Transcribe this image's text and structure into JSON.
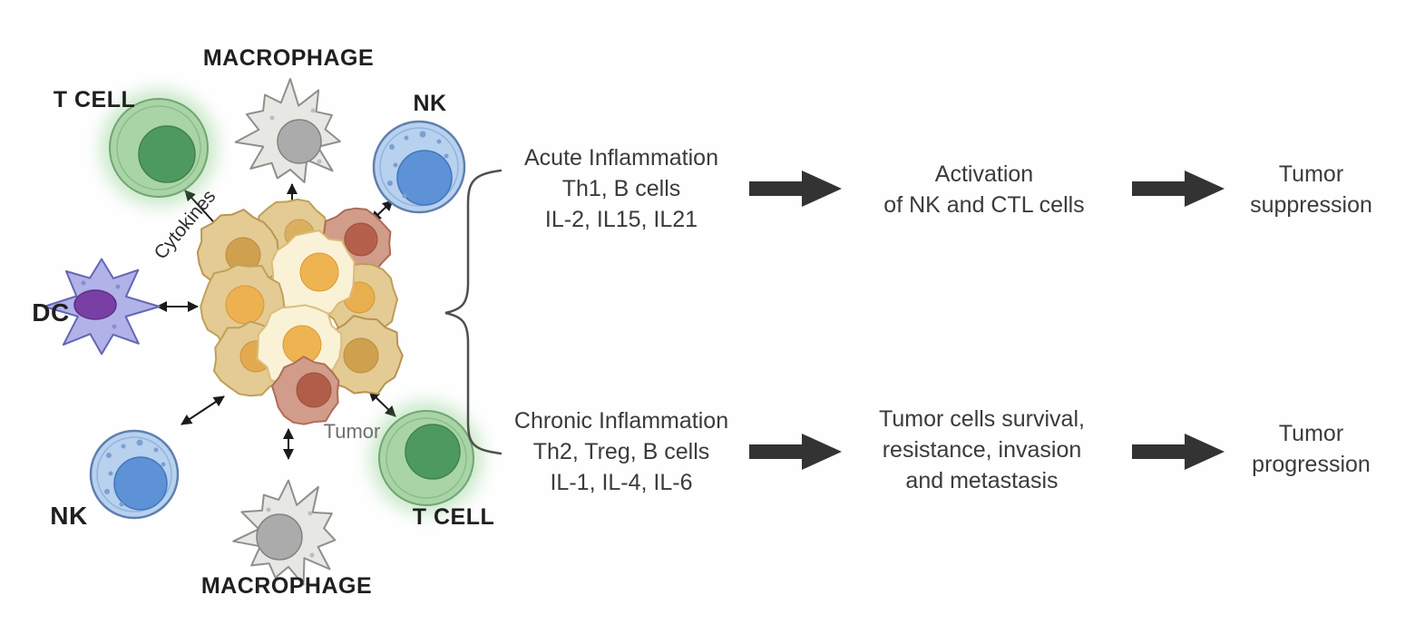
{
  "diagram": {
    "labels": {
      "t_cell_top": "T CELL",
      "macrophage_top": "MACROPHAGE",
      "nk_top": "NK",
      "dc": "DC",
      "nk_bottom": "NK",
      "t_cell_bottom": "T CELL",
      "macrophage_bottom": "MACROPHAGE",
      "cytokines": "Cytokines",
      "tumor": "Tumor"
    }
  },
  "pathways": [
    {
      "id": "acute",
      "trigger": [
        "Acute Inflammation",
        "Th1, B cells",
        "IL-2, IL15, IL21"
      ],
      "effect": [
        "Activation",
        "of NK and CTL cells"
      ],
      "outcome": [
        "Tumor",
        "suppression"
      ]
    },
    {
      "id": "chronic",
      "trigger": [
        "Chronic Inflammation",
        "Th2, Treg, B cells",
        "IL-1, IL-4, IL-6"
      ],
      "effect": [
        "Tumor cells survival,",
        "resistance, invasion",
        "and metastasis"
      ],
      "outcome": [
        "Tumor",
        "progression"
      ]
    }
  ],
  "colors": {
    "t_cell_body": "#a9d4a6",
    "t_cell_nucleus": "#4e9a5e",
    "t_cell_glow": "#7cc87c",
    "nk_body": "#b7d1ef",
    "nk_nucleus": "#5e92d6",
    "macrophage_body": "#e7e7e4",
    "macrophage_nucleus": "#ababab",
    "dc_body": "#b0b2e8",
    "dc_nucleus": "#7a3fa5",
    "tumor_tan": "#e3cb93",
    "tumor_cream": "#faf2d7",
    "tumor_red": "#d19c89",
    "arrow": "#333333",
    "text": "#3b3b3b"
  }
}
